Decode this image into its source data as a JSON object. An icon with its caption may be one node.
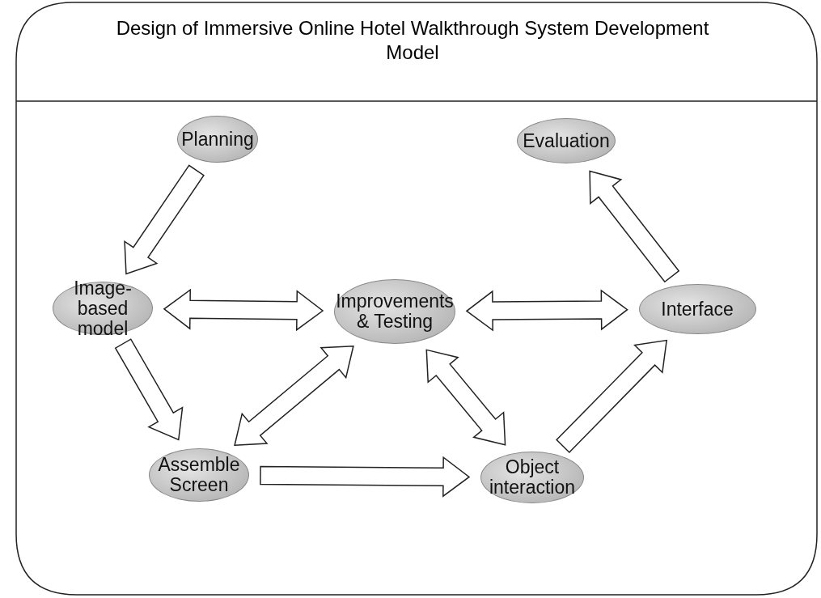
{
  "diagram": {
    "title": "Design of Immersive Online Hotel Walkthrough System Development Model",
    "nodes": [
      {
        "text": [
          "Planning"
        ]
      },
      {
        "text": [
          "Evaluation"
        ]
      },
      {
        "text": [
          "Image-based model"
        ]
      },
      {
        "text": [
          "Improvements & Testing"
        ]
      },
      {
        "text": [
          "Interface"
        ]
      },
      {
        "text": [
          "Assemble Screen"
        ]
      },
      {
        "text": [
          "Object interaction"
        ]
      }
    ],
    "edges": [
      {
        "from": 0,
        "to": 2,
        "arrow": "to"
      },
      {
        "from": 2,
        "to": 3,
        "arrow": "both"
      },
      {
        "from": 3,
        "to": 4,
        "arrow": "both"
      },
      {
        "from": 4,
        "to": 1,
        "arrow": "to"
      },
      {
        "from": 2,
        "to": 5,
        "arrow": "to"
      },
      {
        "from": 5,
        "to": 3,
        "arrow": "both"
      },
      {
        "from": 3,
        "to": 6,
        "arrow": "both"
      },
      {
        "from": 5,
        "to": 6,
        "arrow": "to"
      },
      {
        "from": 6,
        "to": 4,
        "arrow": "to"
      }
    ]
  }
}
